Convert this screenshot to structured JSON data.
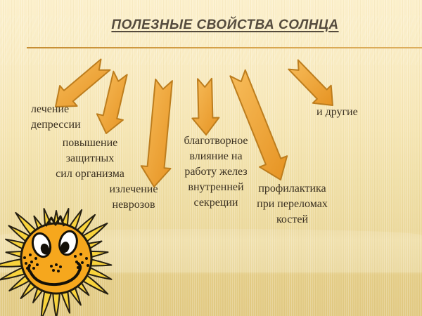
{
  "title": {
    "text": "ПОЛЕЗНЫЕ СВОЙСТВА СОЛНЦА"
  },
  "benefits": [
    {
      "name": "depression-treatment",
      "text": "лечение депрессии",
      "lines": [
        "лечение",
        "депрессии"
      ]
    },
    {
      "name": "immune-defense-boost",
      "text": "повышение защитных сил организма",
      "lines": [
        "повышение",
        "защитных",
        "сил организма"
      ]
    },
    {
      "name": "neurosis-cure",
      "text": "излечение неврозов",
      "lines": [
        "излечение",
        "неврозов"
      ]
    },
    {
      "name": "endocrine-glands-benefit",
      "text": "благотворное влияние на работу желез внутренней секреции",
      "lines": [
        "благотворное",
        "влияние на",
        "работу желез",
        "внутренней",
        "секреции"
      ]
    },
    {
      "name": "bone-fracture-prevention",
      "text": "профилактика при переломах костей",
      "lines": [
        "профилактика",
        "при переломах",
        "костей"
      ]
    },
    {
      "name": "others",
      "text": "и другие",
      "lines": [
        "и другие"
      ]
    }
  ],
  "icons": {
    "sun": "smiling-sun-illustration"
  },
  "colors": {
    "background_top": "#fcf0cb",
    "background_bottom": "#e2ca83",
    "title_text": "#554b3d",
    "body_text": "#3b3121",
    "rule": "#d8a64f",
    "arrow_fill_light": "#f7bd5c",
    "arrow_fill_dark": "#e69322",
    "arrow_outline": "#bd7d1d",
    "sun_face": "#f6a71d",
    "sun_petal": "#f8d33c",
    "sun_outline": "#201a0d"
  }
}
